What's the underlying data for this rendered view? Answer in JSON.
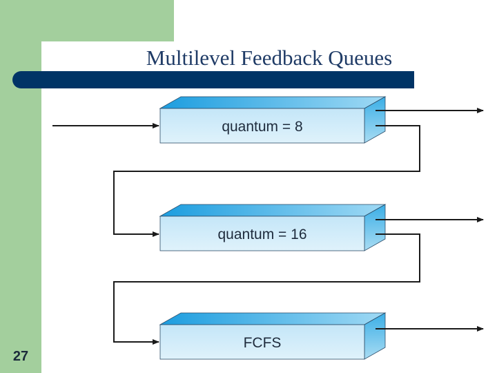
{
  "title": "Multilevel Feedback Queues",
  "slide_number": "27",
  "queues": [
    {
      "label": "quantum = 8"
    },
    {
      "label": "quantum = 16"
    },
    {
      "label": "FCFS"
    }
  ],
  "colors": {
    "sidebar_green": "#a3cf9d",
    "title_bar": "#003466",
    "queue_front": "#cfeaf9",
    "queue_top": "#2aa8e4",
    "queue_side": "#5bbbe9"
  }
}
